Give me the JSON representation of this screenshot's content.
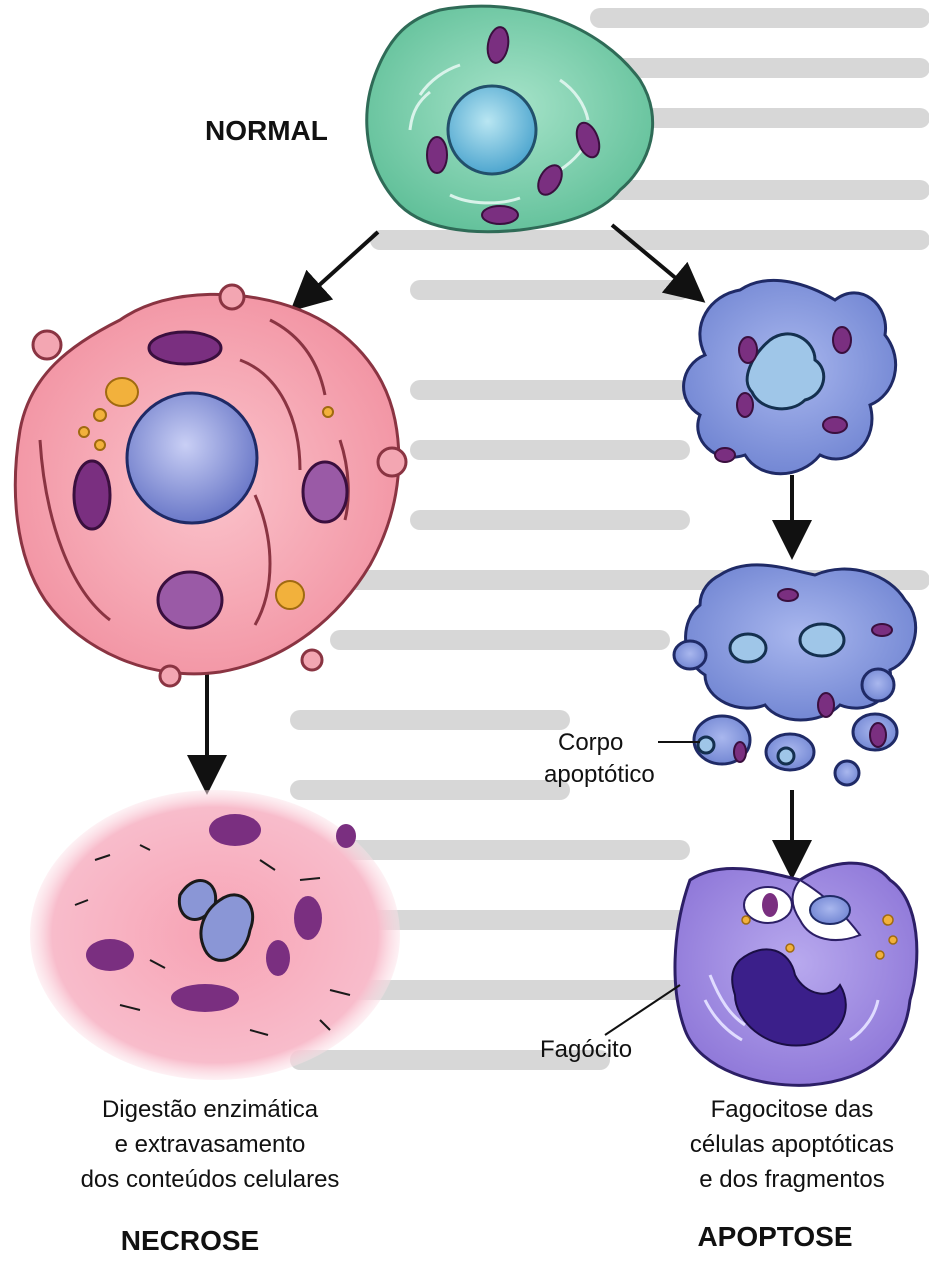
{
  "labels": {
    "normal": "NORMAL",
    "necrose": "NECROSE",
    "apoptose": "APOPTOSE",
    "corpo_line1": "Corpo",
    "corpo_line2": "apoptótico",
    "fagocito": "Fagócito",
    "necrose_desc": [
      "Digestão enzimática",
      "e extravasamento",
      "dos conteúdos celulares"
    ],
    "apoptose_desc": [
      "Fagocitose das",
      "células apoptóticas",
      "e dos fragmentos"
    ]
  },
  "colors": {
    "background_text": "#2a2a2a",
    "normal_cell": "#7fcfb0",
    "swollen_cell": "#f59aa8",
    "necrotic_cell": "#f7a9b8",
    "apoptotic_cell": "#7f8fd6",
    "phagocyte": "#9a86dd",
    "nucleus": "#8fa0e0",
    "mitochondria": "#7a2f80",
    "granule": "#f2b13c",
    "arrow": "#111111"
  }
}
